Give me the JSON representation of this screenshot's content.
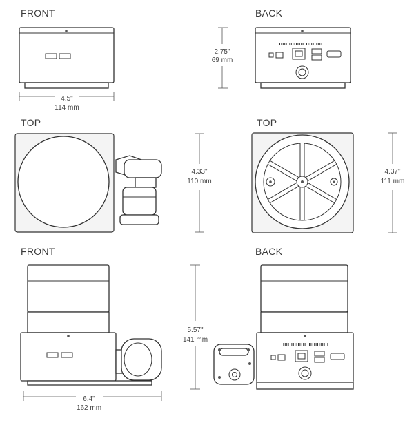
{
  "views": {
    "front1": {
      "label": "FRONT",
      "width_in": "4.5\"",
      "width_mm": "114 mm"
    },
    "back1": {
      "label": "BACK",
      "height_in": "2.75\"",
      "height_mm": "69 mm"
    },
    "top1": {
      "label": "TOP",
      "height_in": "4.33\"",
      "height_mm": "110 mm"
    },
    "top2": {
      "label": "TOP",
      "height_in": "4.37\"",
      "height_mm": "111 mm"
    },
    "front2": {
      "label": "FRONT",
      "width_in": "6.4\"",
      "width_mm": "162 mm"
    },
    "back2": {
      "label": "BACK",
      "height_in": "5.57\"",
      "height_mm": "141 mm"
    }
  },
  "colors": {
    "line": "#333333",
    "text": "#444444",
    "background": "#ffffff"
  }
}
